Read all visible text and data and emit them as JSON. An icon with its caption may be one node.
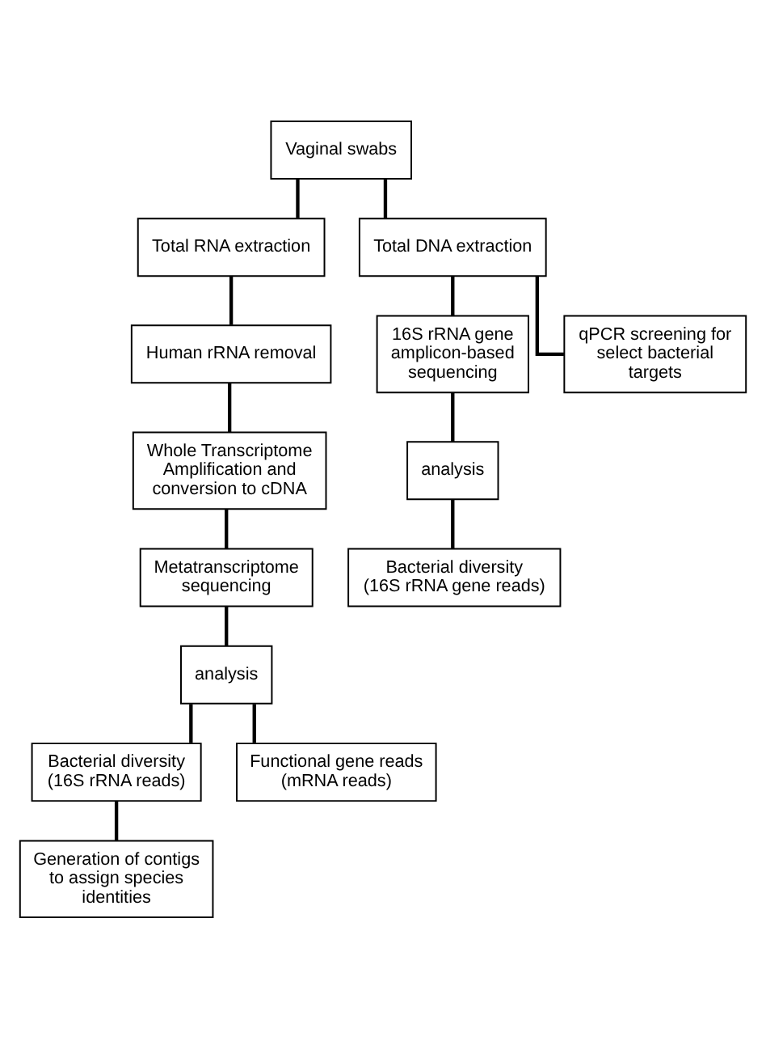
{
  "diagram": {
    "nodes": [
      {
        "text": [
          "Vaginal swabs"
        ]
      },
      {
        "text": [
          "Total RNA extraction"
        ]
      },
      {
        "text": [
          "Total DNA extraction"
        ]
      },
      {
        "text": [
          "Human rRNA removal"
        ]
      },
      {
        "text": [
          "Whole Transcriptome Amplification and conversion to cDNA"
        ]
      },
      {
        "text": [
          "Metatranscriptome sequencing"
        ]
      },
      {
        "text": [
          "analysis"
        ]
      },
      {
        "text": [
          "Bacterial diversity (16S rRNA reads)"
        ]
      },
      {
        "text": [
          "Functional gene reads (mRNA reads)"
        ]
      },
      {
        "text": [
          "Generation of contigs to assign species identities"
        ]
      },
      {
        "text": [
          "16S rRNA gene amplicon-based sequencing"
        ]
      },
      {
        "text": [
          "qPCR screening for select bacterial targets"
        ]
      },
      {
        "text": [
          "analysis"
        ]
      },
      {
        "text": [
          "Bacterial diversity (16S rRNA gene reads)"
        ]
      }
    ],
    "edges": [
      {
        "from": 0,
        "to": 1,
        "arrow": "none"
      },
      {
        "from": 0,
        "to": 2,
        "arrow": "none"
      },
      {
        "from": 1,
        "to": 3,
        "arrow": "none"
      },
      {
        "from": 3,
        "to": 4,
        "arrow": "none"
      },
      {
        "from": 4,
        "to": 5,
        "arrow": "none"
      },
      {
        "from": 5,
        "to": 6,
        "arrow": "none"
      },
      {
        "from": 6,
        "to": 7,
        "arrow": "none"
      },
      {
        "from": 6,
        "to": 8,
        "arrow": "none"
      },
      {
        "from": 7,
        "to": 9,
        "arrow": "none"
      },
      {
        "from": 2,
        "to": 10,
        "arrow": "none"
      },
      {
        "from": 2,
        "to": 11,
        "arrow": "none"
      },
      {
        "from": 10,
        "to": 12,
        "arrow": "none"
      },
      {
        "from": 12,
        "to": 13,
        "arrow": "none"
      }
    ]
  }
}
